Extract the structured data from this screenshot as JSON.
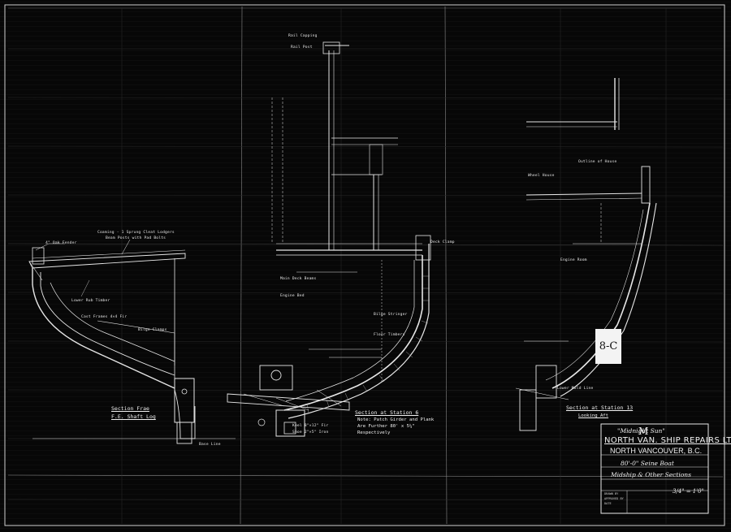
{
  "title_block": {
    "boat_name": "\"Midnight Sun\"",
    "company": "NORTH VAN. SHIP REPAIRS LTD.",
    "location": "NORTH VANCOUVER, B.C.",
    "subject": "80'-0\" Seine Boat",
    "description": "Midship & Other Sections",
    "scale": "3/4\" = 1'0\"",
    "field_drawn": "DRAWN BY",
    "field_approved": "APPROVED BY",
    "field_date": "DATE"
  },
  "sheet_mark": "M",
  "station_tag": "8-C",
  "sections": {
    "left_caption": "Section Frae",
    "left_caption_2": "F.E. Shaft Log",
    "center_caption": "Section at Station 6",
    "center_note_1": "Note: Patch Girder and Plank",
    "center_note_2": "Are Further 80' x 5¼\"",
    "center_note_3": "Respectively",
    "right_caption": "Section at Station 13",
    "right_caption_2": "Looking Aft"
  },
  "labels": {
    "l1": "Coaming - 1 Sprung Cleat Lodgers",
    "l2": "Beam Posts with Pad Bolts",
    "l3": "4\" Oak Fender",
    "l4": "Lower Rub Timber",
    "l5": "Cast Frames 4×4 Fir",
    "l6": "Bilge Clamps",
    "l7": "Base Line",
    "l8": "Rail Capping",
    "l9": "Rail Post",
    "l10": "Main Deck Beams",
    "l11": "Engine Bed",
    "l12": "Keel 8\"×12\" Fir",
    "l13": "Shoe 2\"×5\" Iron",
    "l14": "Bilge Stringer",
    "l15": "Engine Room",
    "l16": "Outline of House",
    "l17": "Wheel House",
    "l18": "Floor Timbers",
    "l19": "Deck Clamp",
    "l20": "Lower Mold Line"
  }
}
